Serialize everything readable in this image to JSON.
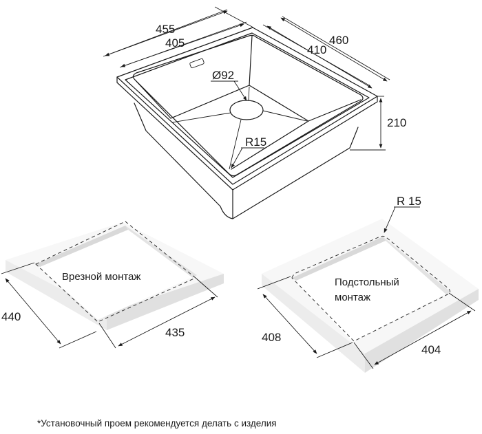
{
  "sink": {
    "dimensions": {
      "outer_width": "455",
      "inner_width": "405",
      "inner_depth": "410",
      "outer_depth": "460",
      "drain_diameter": "Ø92",
      "corner_radius": "R15",
      "height": "210"
    }
  },
  "cutouts": [
    {
      "title": "Врезной монтаж",
      "title_lines": [
        "Врезной монтаж"
      ],
      "depth": "440",
      "width": "435"
    },
    {
      "title": "Подстольный монтаж",
      "title_lines": [
        "Подстольный",
        "монтаж"
      ],
      "depth": "408",
      "width": "404",
      "corner_radius": "R 15"
    }
  ],
  "footnote": "*Установочный проем рекомендуется делать с изделия",
  "colors": {
    "line": "#1a1a1a",
    "slab_top": "#f7f7f7",
    "slab_side": "#e6e6e6",
    "slab_inner": "#d9d9d9"
  }
}
